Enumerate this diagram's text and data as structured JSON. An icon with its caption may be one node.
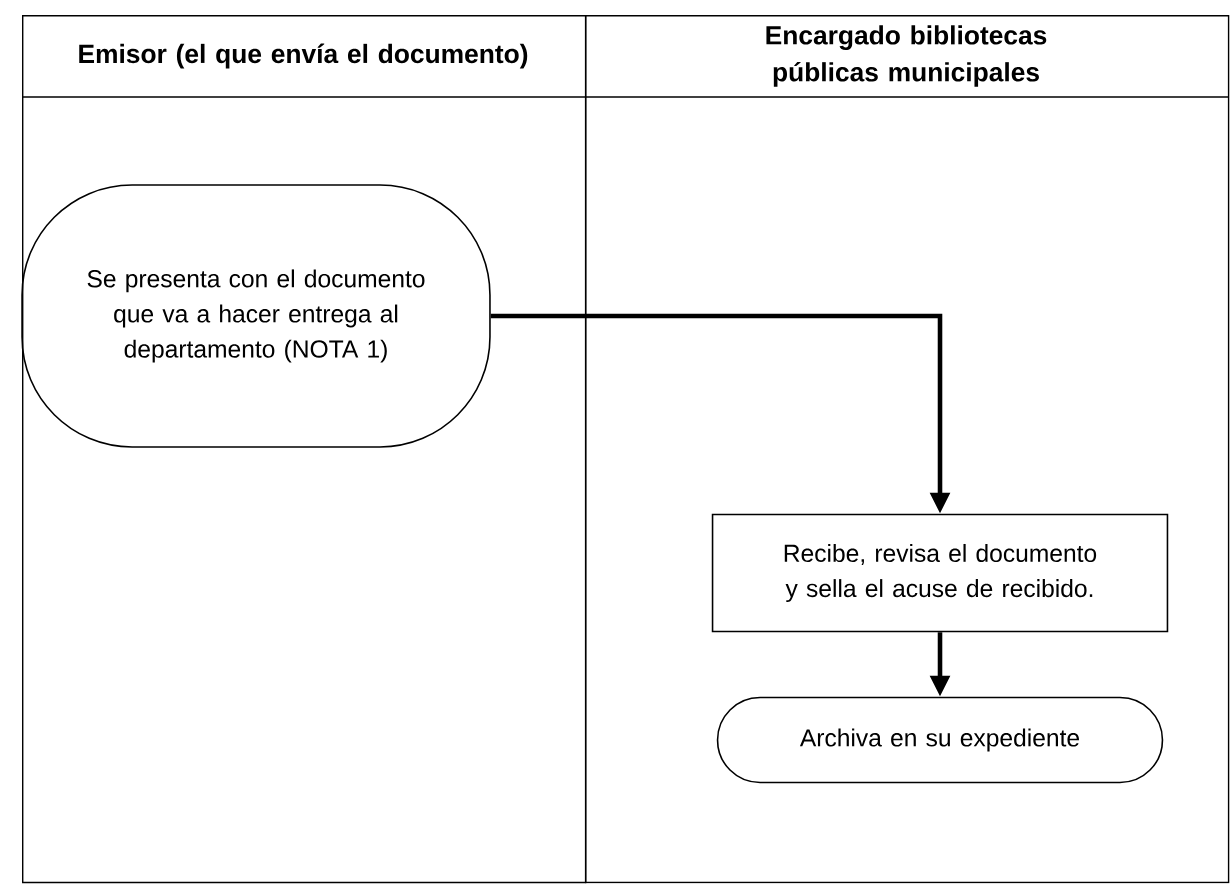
{
  "diagram": {
    "nodes": [
      {
        "text": [
          "Emisor (el que envía el documento)"
        ]
      },
      {
        "text": [
          "Encargado bibliotecas públicas municipales"
        ]
      },
      {
        "text": [
          "Se presenta con el documento que va a hacer entrega al departamento (NOTA 1)"
        ],
        "in": 0
      },
      {
        "text": [
          "Recibe, revisa el documento y sella el acuse de recibido."
        ],
        "in": 1
      },
      {
        "text": [
          "Archiva en su expediente"
        ],
        "in": 1
      }
    ],
    "edges": [
      {
        "from": 2,
        "to": 3,
        "arrow": "to"
      },
      {
        "from": 3,
        "to": 4,
        "arrow": "to"
      }
    ]
  }
}
